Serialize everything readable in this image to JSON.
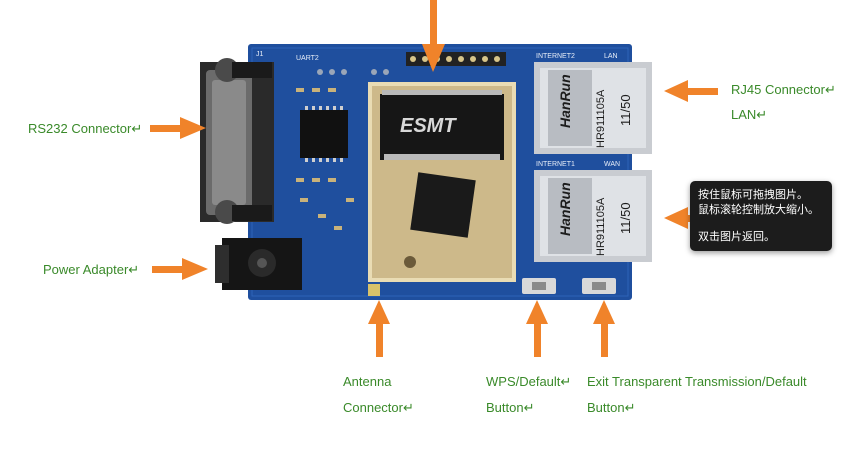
{
  "labels": {
    "rs232": "RS232 Connector↵",
    "power": "Power Adapter↵",
    "rj45": "RJ45 Connector↵",
    "lan": "LAN↵",
    "antenna_1": "Antenna",
    "antenna_2": "Connector↵",
    "wps_1": "WPS/Default↵",
    "wps_2": "Button↵",
    "exit_1": "Exit  Transparent  Transmission/Default",
    "exit_2": "Button↵"
  },
  "board_text": {
    "chip_brand": "ESMT",
    "jack_brand": "HanRun",
    "jack_model": "HR911105A",
    "jack_code": "11/50",
    "internet2": "INTERNET2",
    "lan": "LAN",
    "internet1": "INTERNET1",
    "wan": "WAN",
    "j1": "J1",
    "uart2": "UART2"
  },
  "tooltip": {
    "line1": "按住鼠标可拖拽图片。",
    "line2": "鼠标滚轮控制放大缩小。",
    "line3": "双击图片返回。"
  },
  "colors": {
    "board": "#1f4f9e",
    "arrow": "#f0832a",
    "label": "#3a8a2a"
  }
}
